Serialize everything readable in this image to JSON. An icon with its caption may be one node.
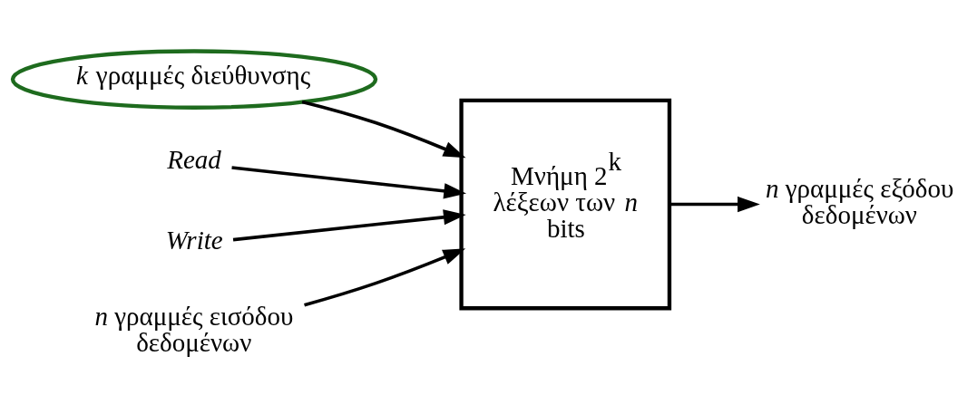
{
  "diagram": {
    "nodes": [
      {
        "text": [
          "*k* γραμμές διεύθυνσης"
        ]
      },
      {
        "text": [
          "Μνήμη 2$^{k}$ λέξεων των *n* bits"
        ]
      },
      {
        "text": [
          "Read"
        ]
      },
      {
        "text": [
          "Write"
        ]
      },
      {
        "text": [
          "*n* γραμμές εισόδου δεδομένων"
        ]
      },
      {
        "text": [
          "*n* γραμμές εξόδου δεδομένων"
        ]
      }
    ],
    "edges": [
      {
        "from": 0,
        "to": 1,
        "arrow": "to"
      },
      {
        "from": 2,
        "to": 1,
        "arrow": "to"
      },
      {
        "from": 3,
        "to": 1,
        "arrow": "to"
      },
      {
        "from": 4,
        "to": 1,
        "arrow": "to"
      },
      {
        "from": 1,
        "to": 5,
        "arrow": "to"
      }
    ]
  }
}
